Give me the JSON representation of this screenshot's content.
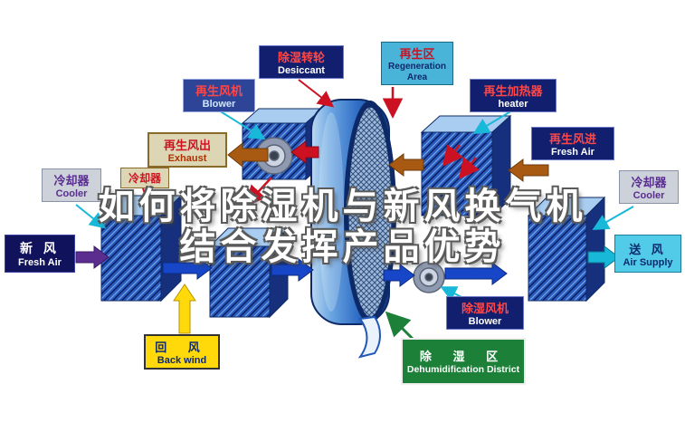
{
  "title": {
    "line1": "如何将除湿机与新风换气机",
    "line2": "结合发挥产品优势"
  },
  "labels": {
    "regen_blower": {
      "cn": "再生风机",
      "en": "Blower"
    },
    "desiccant": {
      "cn": "除湿转轮",
      "en": "Desiccant"
    },
    "regen_area": {
      "cn": "再生区",
      "en": "Regeneration Area"
    },
    "regen_heater": {
      "cn": "再生加热器",
      "en": "heater"
    },
    "exhaust": {
      "cn": "再生风出",
      "en": "Exhaust"
    },
    "regen_fresh_air": {
      "cn": "再生风进",
      "en": "Fresh Air"
    },
    "cooler_left": {
      "cn": "冷却器",
      "en": "Cooler"
    },
    "cooler_small": {
      "cn": "冷却器",
      "en": ""
    },
    "cooler_right": {
      "cn": "冷却器",
      "en": "Cooler"
    },
    "fresh_air": {
      "cn": "新 风",
      "en": "Fresh Air"
    },
    "air_supply": {
      "cn": "送 风",
      "en": "Air Supply"
    },
    "back_wind": {
      "cn": "回 风",
      "en": "Back wind"
    },
    "dehumid_blower": {
      "cn": "除湿风机",
      "en": "Blower"
    },
    "dehumid_district": {
      "cn": "除 湿 区",
      "en": "Dehumidification District"
    }
  },
  "colors": {
    "navy": "#111f6e",
    "duct_blue": "#2a5cc0",
    "light_blue": "#a9cdf0",
    "red": "#cc1122",
    "brown": "#a85a12",
    "yellow": "#ffd90a",
    "purple": "#5b2d8e",
    "teal": "#17b8d8",
    "green": "#1d8038",
    "silver": "#ccd1da",
    "khaki": "#ddd6b4"
  }
}
